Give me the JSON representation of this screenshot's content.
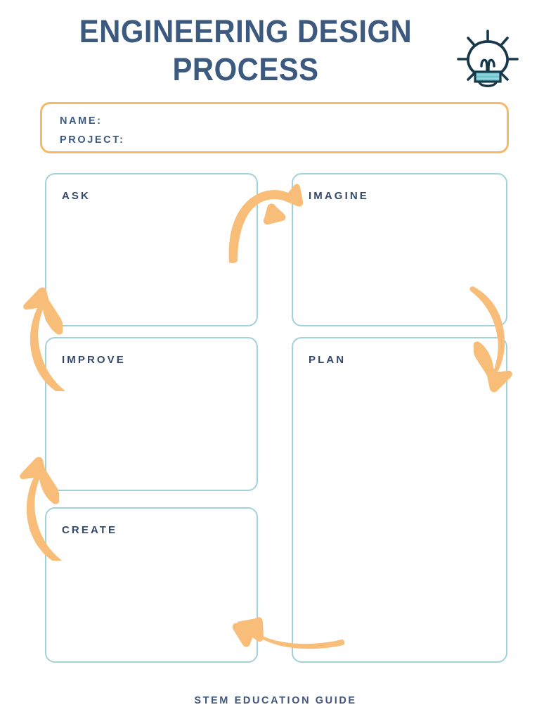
{
  "header": {
    "title": "ENGINEERING DESIGN\nPROCESS",
    "icon": "lightbulb-icon"
  },
  "info_box": {
    "name_label": "NAME:",
    "project_label": "PROJECT:",
    "border_color": "#f5b969"
  },
  "stages": [
    {
      "id": "ask",
      "label": "ASK"
    },
    {
      "id": "imagine",
      "label": "IMAGINE"
    },
    {
      "id": "improve",
      "label": "IMPROVE"
    },
    {
      "id": "plan",
      "label": "PLAN"
    },
    {
      "id": "create",
      "label": "CREATE"
    }
  ],
  "arrows": [
    {
      "id": "ask-to-imagine",
      "direction": "right"
    },
    {
      "id": "imagine-to-plan",
      "direction": "down"
    },
    {
      "id": "plan-to-create",
      "direction": "left"
    },
    {
      "id": "create-to-improve",
      "direction": "up"
    },
    {
      "id": "improve-to-ask",
      "direction": "up"
    }
  ],
  "footer": {
    "text": "STEM EDUCATION GUIDE"
  },
  "colors": {
    "title_navy": "#3c5a80",
    "label_navy": "#34486b",
    "box_border_teal": "#9fd3d9",
    "accent_orange": "#f8bd78",
    "info_border_orange": "#f5b969",
    "bulb_outline": "#17384a",
    "bulb_base_teal": "#6ec6cf",
    "background": "#ffffff"
  }
}
